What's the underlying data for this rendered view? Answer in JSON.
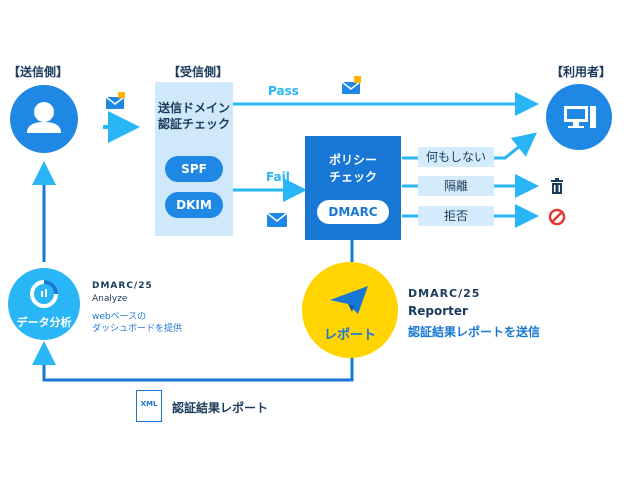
{
  "labels": {
    "sender": "【送信側】",
    "receiver": "【受信側】",
    "user": "【利用者】"
  },
  "receiver_box": {
    "title_line1": "送信ドメイン",
    "title_line2": "認証チェック",
    "spf": "SPF",
    "dkim": "DKIM"
  },
  "arrows": {
    "pass": "Pass",
    "fail": "Fail"
  },
  "policy_box": {
    "title_line1": "ポリシー",
    "title_line2": "チェック",
    "dmarc": "DMARC"
  },
  "actions": [
    "何もしない",
    "隔離",
    "拒否"
  ],
  "analyze": {
    "circle_label": "データ分析",
    "brand": "DMARC/25",
    "product": "Analyze",
    "desc_line1": "webベースの",
    "desc_line2": "ダッシュボードを提供"
  },
  "report": {
    "circle_label": "レポート",
    "brand": "DMARC/25",
    "product": "Reporter",
    "desc": "認証結果レポートを送信"
  },
  "bottom": {
    "xml": "XML",
    "label": "認証結果レポート"
  },
  "colors": {
    "primary": "#1f88e5",
    "arrow": "#29b6f6",
    "light_box": "#cfe9fb",
    "dark_box": "#1877d4",
    "report_circle": "#ffd400",
    "action_box": "#d3ebfb",
    "delete_icon": "#1b3a5c",
    "reject_icon": "#e53935"
  },
  "icons": [
    "user-icon",
    "mail-lock-icon",
    "mail-icon",
    "computer-icon",
    "trash-icon",
    "no-entry-icon",
    "paper-plane-icon",
    "chart-icon",
    "xml-file-icon"
  ]
}
